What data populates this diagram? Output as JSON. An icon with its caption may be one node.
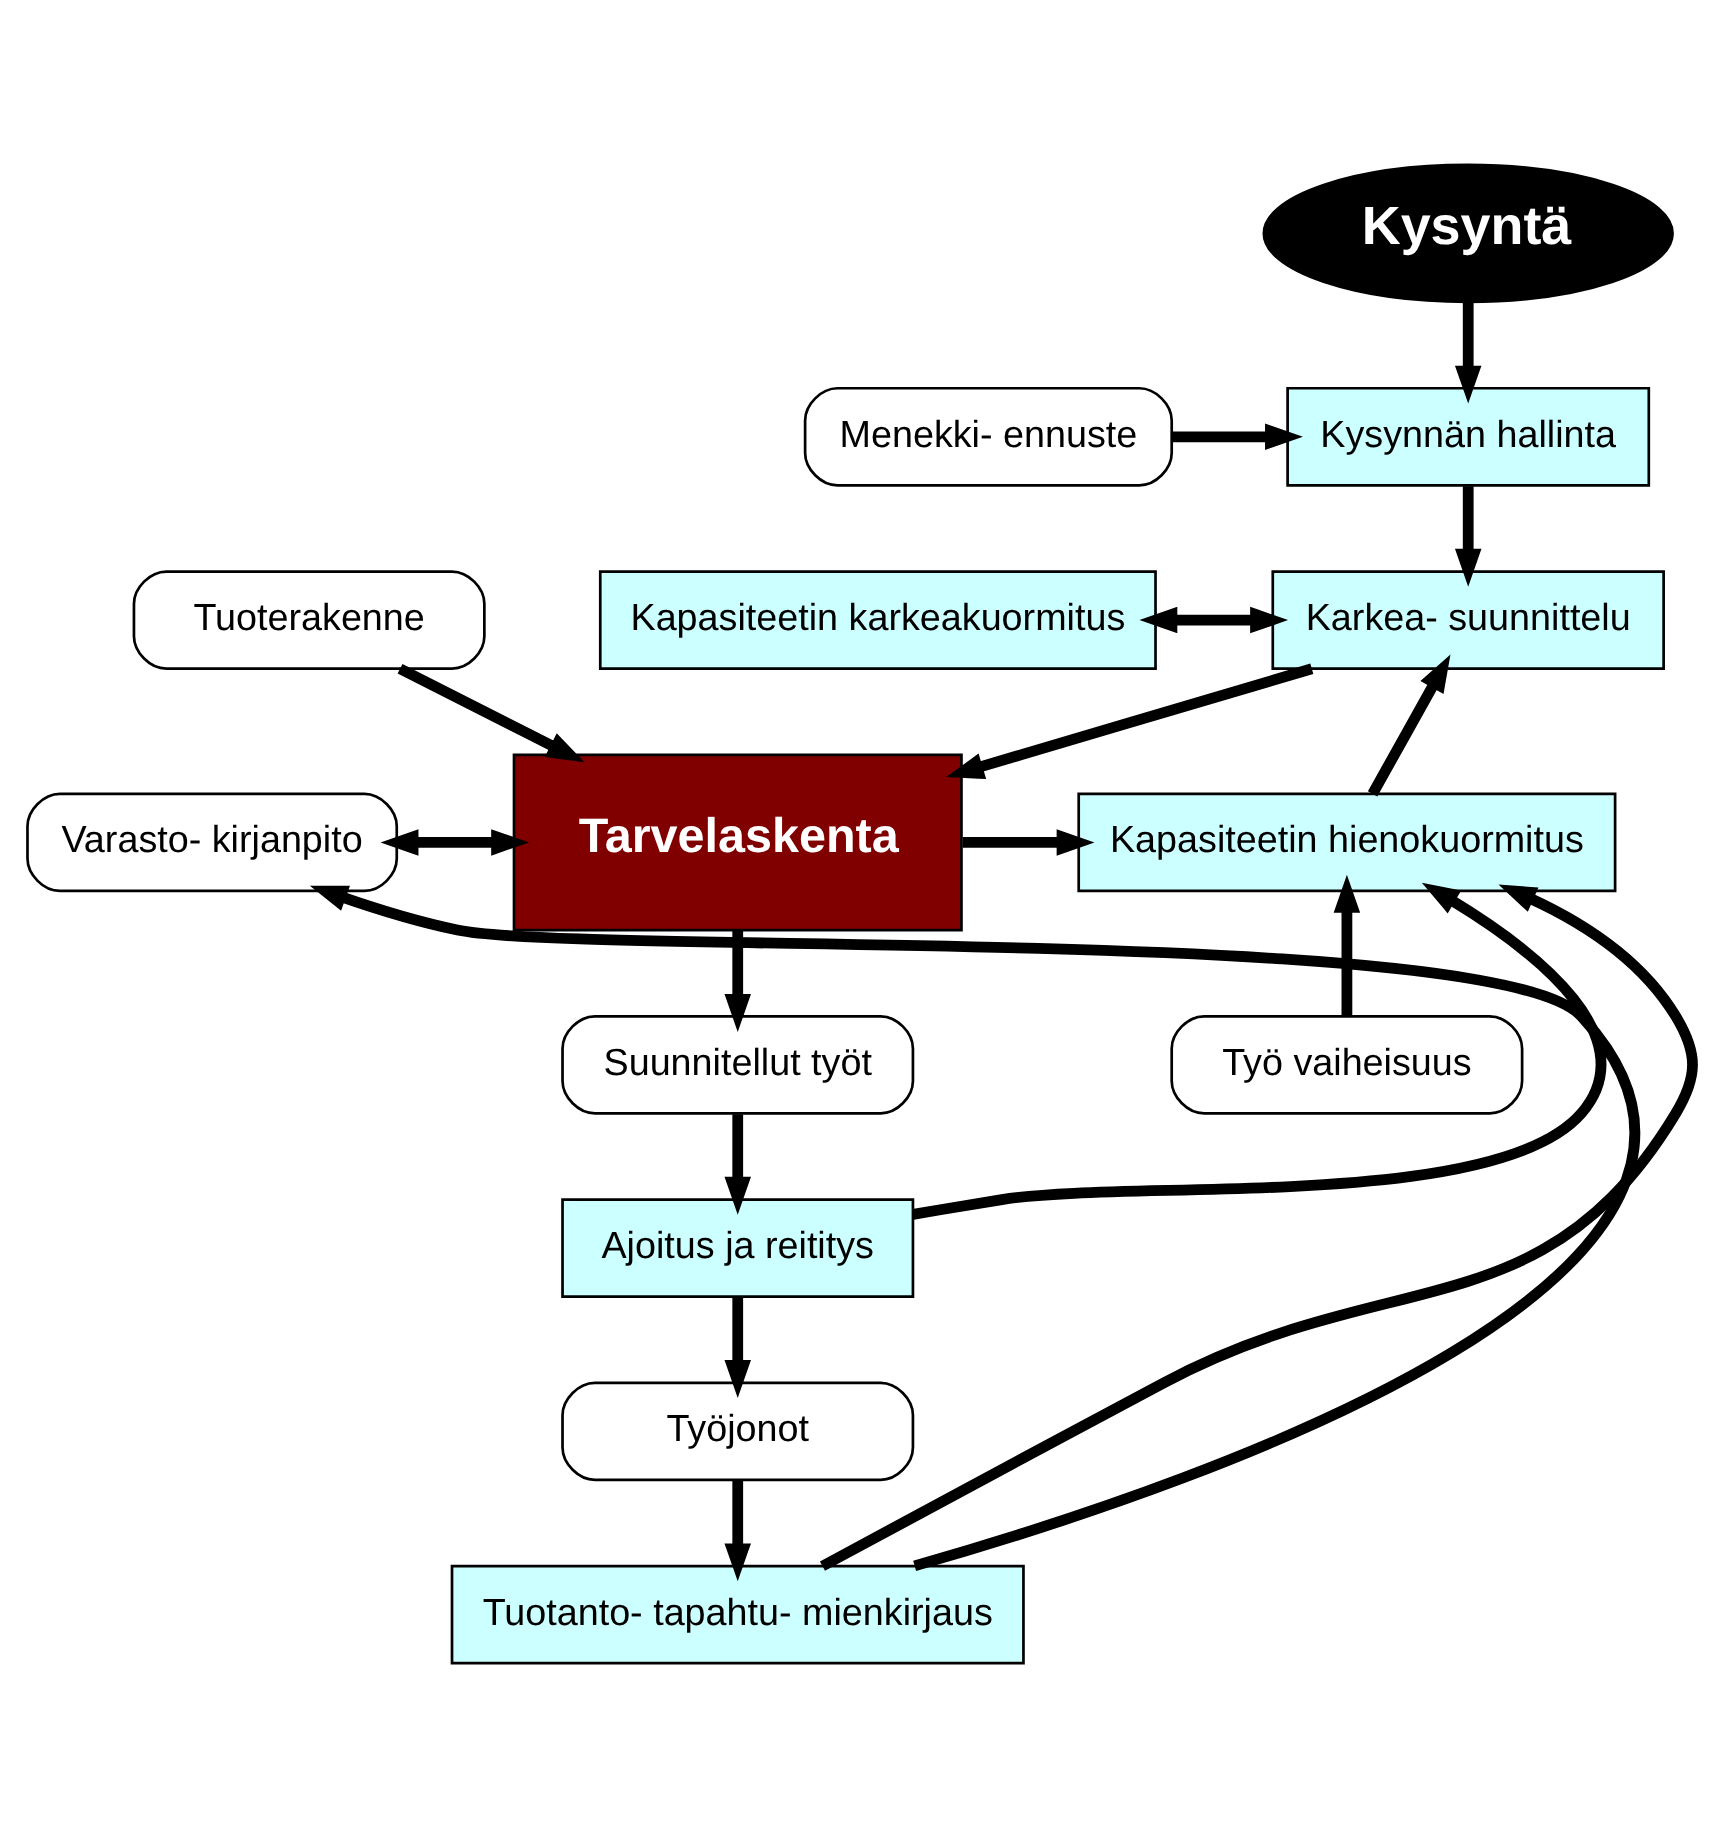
{
  "diagram": {
    "nodes": [
      {
        "text": [
          "Kysyntä"
        ]
      },
      {
        "text": [
          "Kysynnän hallinta"
        ]
      },
      {
        "text": [
          "Menekki- ennuste"
        ]
      },
      {
        "text": [
          "Kapasiteetin karkeakuormitus"
        ]
      },
      {
        "text": [
          "Karkea- suunnittelu"
        ]
      },
      {
        "text": [
          "Tuoterakenne"
        ]
      },
      {
        "text": [
          "Tarvelaskenta"
        ]
      },
      {
        "text": [
          "Kapasiteetin hienokuormitus"
        ]
      },
      {
        "text": [
          "Varasto- kirjanpito"
        ]
      },
      {
        "text": [
          "Suunnitellut työt"
        ]
      },
      {
        "text": [
          "Työ vaiheisuus"
        ]
      },
      {
        "text": [
          "Ajoitus ja reititys"
        ]
      },
      {
        "text": [
          "Työjonot"
        ]
      },
      {
        "text": [
          "Tuotanto- tapahtu- mienkirjaus"
        ]
      }
    ],
    "edges": [
      {
        "from": 0,
        "to": 1,
        "arrow": "to"
      },
      {
        "from": 2,
        "to": 1,
        "arrow": "to"
      },
      {
        "from": 1,
        "to": 4,
        "arrow": "to"
      },
      {
        "from": 3,
        "to": 4,
        "arrow": "both"
      },
      {
        "from": 4,
        "to": 6,
        "arrow": "to"
      },
      {
        "from": 5,
        "to": 6,
        "arrow": "to"
      },
      {
        "from": 6,
        "to": 7,
        "arrow": "to"
      },
      {
        "from": 8,
        "to": 6,
        "arrow": "both"
      },
      {
        "from": 7,
        "to": 4,
        "arrow": "to"
      },
      {
        "from": 6,
        "to": 9,
        "arrow": "to"
      },
      {
        "from": 10,
        "to": 7,
        "arrow": "to"
      },
      {
        "from": 9,
        "to": 11,
        "arrow": "to"
      },
      {
        "from": 11,
        "to": 7,
        "arrow": "to"
      },
      {
        "from": 11,
        "to": 12,
        "arrow": "to"
      },
      {
        "from": 12,
        "to": 13,
        "arrow": "to"
      },
      {
        "from": 13,
        "to": 7,
        "arrow": "to"
      },
      {
        "from": 13,
        "to": 8,
        "arrow": "to"
      }
    ]
  }
}
